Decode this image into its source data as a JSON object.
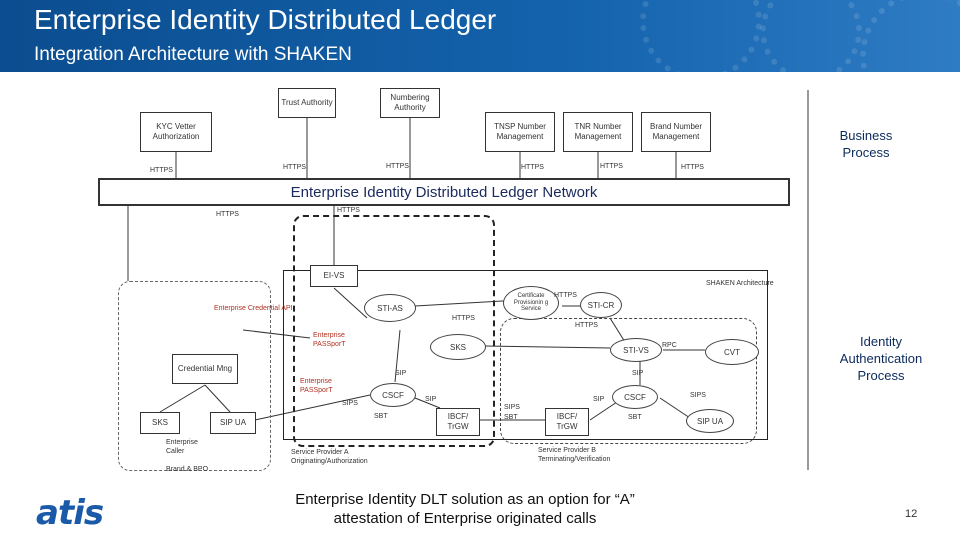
{
  "title": "Enterprise Identity Distributed Ledger",
  "subtitle": "Integration Architecture with SHAKEN",
  "top_nodes": {
    "trust_authority": "Trust Authority",
    "numbering_authority": "Numbering Authority",
    "kyc": "KYC Vetter Authorization",
    "tnsp": "TNSP Number Management",
    "tnr": "TNR Number Management",
    "brand": "Brand Number Management"
  },
  "https": "HTTPS",
  "network_label": "Enterprise Identity Distributed Ledger Network",
  "business_process": "Business Process",
  "identity_process": "Identity Authentication Process",
  "nodes": {
    "ei_vs": "EI-VS",
    "shaken_architecture": "SHAKEN Architecture",
    "certificate_provisioning": "Certificate Provisionin g Service",
    "sti_as": "STI-AS",
    "sti_cr": "STI-CR",
    "sks": "SKS",
    "sti_vs": "STI-VS",
    "cvt": "CVT",
    "rpc": "RPC",
    "cscf": "CSCF",
    "sbt": "SBT",
    "ibcf": "IBCF/ TrGW",
    "sip": "SIP",
    "sips": "SIPS",
    "sip_ua": "SIP UA",
    "credential_mng": "Credential Mng",
    "enterprise_credential_api": "Enterprise Credential API",
    "enterprise_passport": "Enterprise PASSporT",
    "enterprise_caller": "Enterprise Caller",
    "brand_bpo": "Brand & BPO",
    "sp_a": "Service Provider A Originating/Authorization",
    "sp_b": "Service Provider B Terminating/Verification"
  },
  "footer": {
    "line1": "Enterprise Identity DLT solution as an option for “A”",
    "line2": "attestation of Enterprise originated calls"
  },
  "logo": "atis",
  "page_number": "12"
}
